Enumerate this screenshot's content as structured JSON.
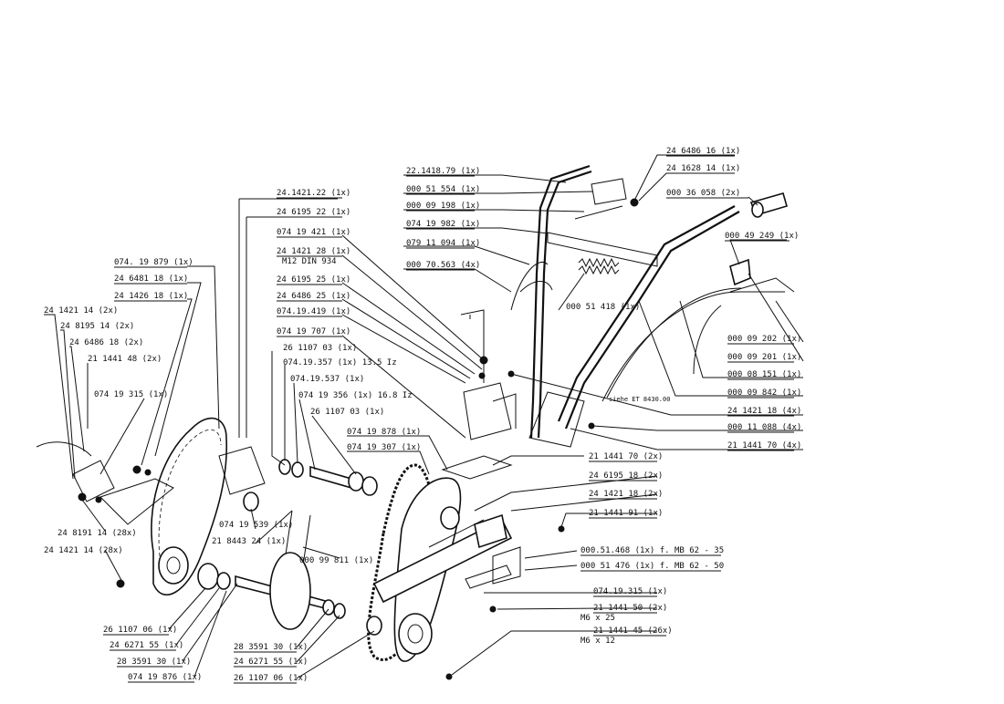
{
  "labels": {
    "l_22_1418_79": "22.1418.79 (1x)",
    "l_000_51_554": "000 51 554 (1x)",
    "l_000_09_198": "000 09 198 (1x)",
    "l_074_19_982": "074 19 982 (1x)",
    "l_079_11_094": "079 11 094 (1x)",
    "l_000_70_563": "000 70.563 (4x)",
    "l_24_6486_16": "24 6486 16 (1x)",
    "l_24_1628_14": "24 1628 14 (1x)",
    "l_000_36_058": "000 36 058 (2x)",
    "l_000_49_249": "000 49 249 (1x)",
    "l_000_51_418": "000 51 418 (1x)",
    "l_000_09_202": "000 09 202 (1x)",
    "l_000_09_201": "000 09 201 (1x)",
    "l_000_08_151": "000 08 151 (1x)",
    "l_000_09_842": "000 09 842 (1x)",
    "l_24_1421_18_4x": "24 1421 18 (4x)",
    "l_000_11_088": "000 11 088 (4x)",
    "l_21_1441_70_4x": "21 1441 70 (4x)",
    "l_siehe": "siehe ET 8430.00",
    "l_24_1421_22": "24.1421.22 (1x)",
    "l_24_6195_22": "24 6195 22 (1x)",
    "l_074_19_421": "074 19 421 (1x)",
    "l_24_1421_28": "24 1421 28 (1x)",
    "l_M12_DIN934": "M12 DIN 934",
    "l_24_6195_25": "24 6195 25 (1x)",
    "l_24_6486_25": "24 6486 25 (1x)",
    "l_074_19_419": "074.19.419 (1x)",
    "l_074_19_707": "074 19 707 (1x)",
    "l_26_1107_03_top": "26 1107 03 (1x)",
    "l_074_19_357": "074.19.357 (1x) 13.5 Iz",
    "l_074_19_537": "074.19.537 (1x)",
    "l_074_19_356": "074 19 356 (1x) 16.8 Iz",
    "l_26_1107_03": "26 1107 03 (1x)",
    "l_074_19_878": "074 19 878 (1x)",
    "l_074_19_307": "074 19 307 (1x)",
    "l_074_19_879": "074. 19 879 (1x)",
    "l_24_6481_18": "24 6481 18 (1x)",
    "l_24_1426_18": "24 1426 18 (1x)",
    "l_24_1421_14_2x": "24 1421 14 (2x)",
    "l_24_8195_14": "24 8195 14 (2x)",
    "l_24_6486_18": "24 6486 18 (2x)",
    "l_21_1441_48": "21 1441 48 (2x)",
    "l_074_19_315_left": "074 19 315 (1x)",
    "l_24_8191_14": "24 8191 14 (28x)",
    "l_24_1421_14_28x": "24 1421 14 (28x)",
    "l_074_19_539": "074 19 539 (1x)",
    "l_21_8443_24": "21 8443 24 (1x)",
    "l_000_99_811": "000 99 811 (1x)",
    "l_21_1441_70_2x": "21 1441 70 (2x)",
    "l_24_6195_18": "24 6195 18 (2x)",
    "l_24_1421_18_2x": "24 1421 18 (2x)",
    "l_21_1441_91": "21 1441 91 (1x)",
    "l_000_51_468": "000.51.468 (1x) f. MB 62 - 35",
    "l_000_51_476": "000 51 476 (1x) f. MB 62 - 50",
    "l_074_19_315": "074.19.315 (1x)",
    "l_21_1441_50": "21 1441 50 (2x)",
    "l_M6x25": "M6 x 25",
    "l_21_1441_45": "21 1441 45 (26x)",
    "l_M6x12": "M6 x 12",
    "l_26_1107_06_a": "26 1107 06 (1x)",
    "l_24_6271_55_a": "24 6271 55 (1x)",
    "l_28_3591_30_a": "28 3591 30 (1x)",
    "l_074_19_876": "074 19 876 (1x)",
    "l_28_3591_30_b": "28 3591 30 (1x)",
    "l_24_6271_55_b": "24 6271 55 (1x)",
    "l_26_1107_06_b": "26 1107 06 (1x)"
  }
}
